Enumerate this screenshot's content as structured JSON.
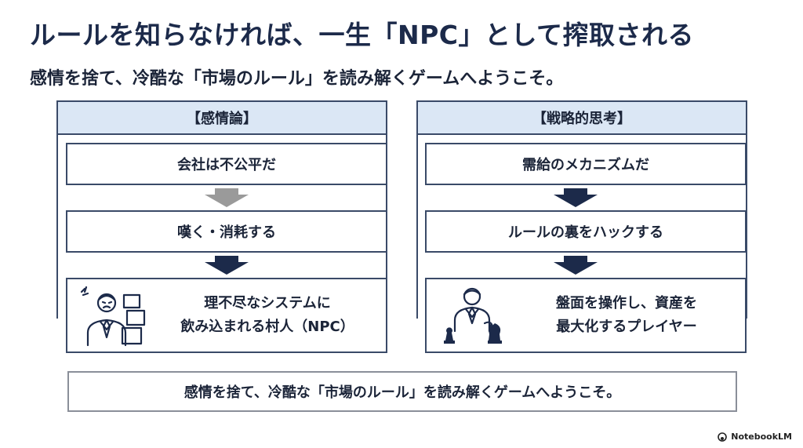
{
  "title": "ルールを知らなければ、一生「NPC」として搾取される",
  "subtitle": "感情を捨て、冷酷な「市場のルール」を読み解くゲームへようこそ。",
  "left": {
    "header": "【感情論】",
    "step1": "会社は不公平だ",
    "step2": "嘆く・消耗する",
    "step3_line1": "理不尽なシステムに",
    "step3_line2": "飲み込まれる村人（NPC）",
    "icon": "frustrated-villager-icon"
  },
  "right": {
    "header": "【戦略的思考】",
    "step1": "需給のメカニズムだ",
    "step2": "ルールの裏をハックする",
    "step3_line1": "盤面を操作し、資産を",
    "step3_line2": "最大化するプレイヤー",
    "icon": "chess-player-icon"
  },
  "bottom_message": "感情を捨て、冷酷な「市場のルール」を読み解くゲームへようこそ。",
  "branding": "NotebookLM",
  "colors": {
    "navy": "#1c2a4a",
    "header_fill": "#dbe7f5",
    "arrow_gray": "#9a9a9a",
    "arrow_navy": "#1c2a4a"
  }
}
